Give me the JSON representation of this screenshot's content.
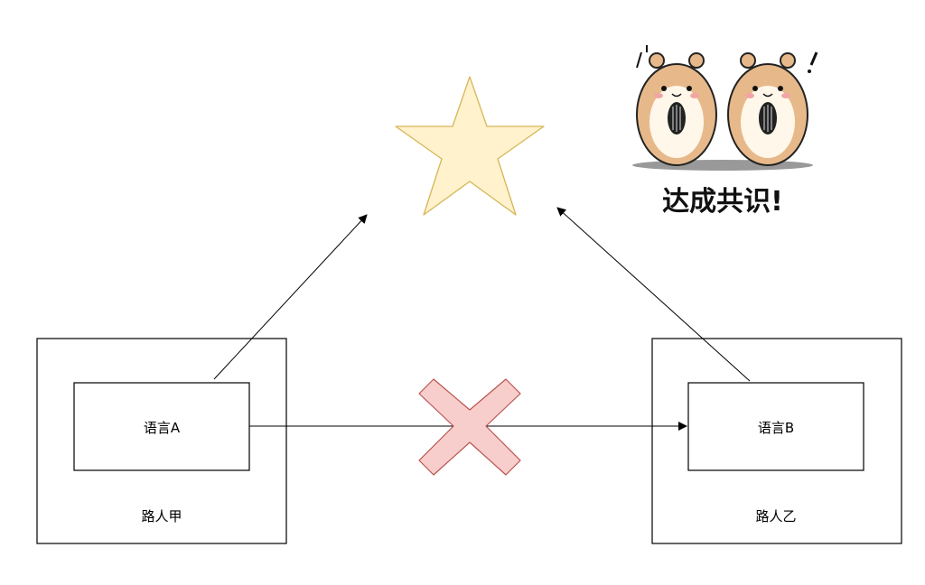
{
  "diagram": {
    "person_a": {
      "name": "路人甲",
      "inner": "语言A"
    },
    "person_b": {
      "name": "路人乙",
      "inner": "语言B"
    },
    "goal_icon": "star-icon",
    "blocked_icon": "cross-icon",
    "sticker": {
      "caption": "达成共识!",
      "icon": "hamster-sticker"
    },
    "colors": {
      "star_fill": "#fff2cc",
      "star_stroke": "#d6b656",
      "cross_fill": "#f8cecc",
      "cross_stroke": "#b85450",
      "line": "#000000"
    }
  }
}
